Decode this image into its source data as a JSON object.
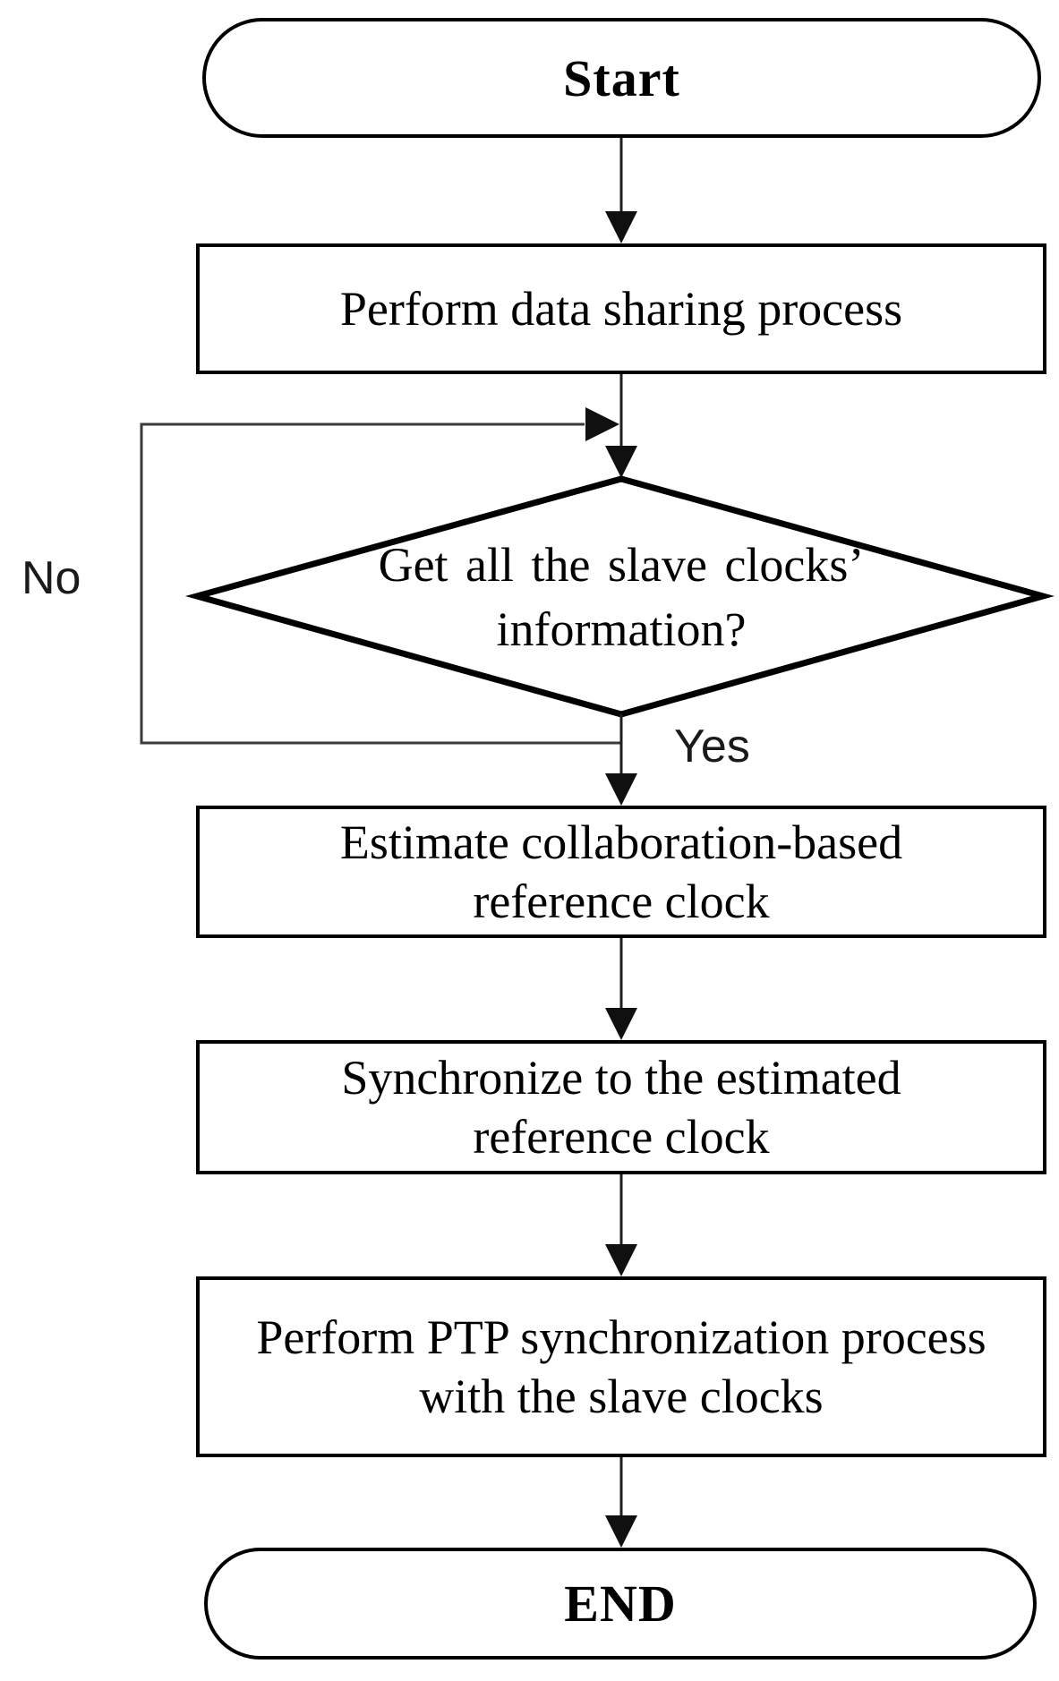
{
  "colors": {
    "shape_stroke": "#000000",
    "shape_fill": "#ffffff",
    "text": "#000000",
    "connector": "#1f1f1f",
    "loop_connector": "#3a3a3a",
    "background": "#ffffff"
  },
  "nodes": {
    "start": {
      "type": "terminator",
      "label": "Start"
    },
    "data_sharing": {
      "type": "process",
      "lines": [
        "Perform data sharing process"
      ]
    },
    "decision": {
      "type": "decision",
      "lines": [
        "Get all the slave clocks’",
        "information?"
      ]
    },
    "estimate": {
      "type": "process",
      "lines": [
        "Estimate collaboration-based",
        "reference clock"
      ]
    },
    "synchronize": {
      "type": "process",
      "lines": [
        "Synchronize to the estimated",
        "reference clock"
      ]
    },
    "ptp_sync": {
      "type": "process",
      "lines": [
        "Perform PTP synchronization process",
        "with the slave clocks"
      ]
    },
    "end": {
      "type": "terminator",
      "label": "END"
    }
  },
  "edge_labels": {
    "yes": "Yes",
    "no": "No"
  }
}
